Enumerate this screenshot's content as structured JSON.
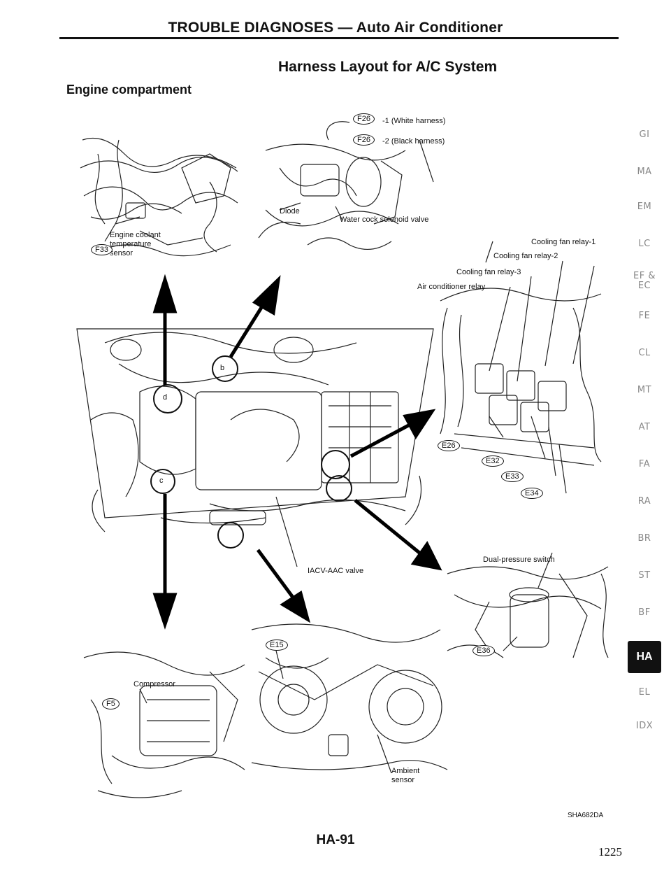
{
  "header": {
    "title": "TROUBLE DIAGNOSES — Auto Air Conditioner"
  },
  "page": {
    "subtitle": "Harness Layout for A/C System",
    "section": "Engine compartment"
  },
  "callouts": {
    "top_left": {
      "component": "Engine coolant\ntemperature\nsensor",
      "connector": "F33"
    },
    "top_center": {
      "connector_1": "F26",
      "label_1": "-1 (White harness)",
      "connector_2": "F26",
      "label_2": "-2 (Black harness)",
      "diode": "Diode",
      "valve": "Water cock solenoid valve"
    },
    "right_relays": {
      "relay1": "Cooling fan relay-1",
      "relay2": "Cooling fan relay-2",
      "relay3": "Cooling fan relay-3",
      "ac_relay": "Air conditioner relay",
      "connectors": [
        "E26",
        "E32",
        "E33",
        "E34"
      ]
    },
    "center": {
      "iacv": "IACV-AAC valve",
      "markers": [
        "b",
        "d",
        "c"
      ]
    },
    "right_lower": {
      "switch": "Dual-pressure switch",
      "connector": "E36"
    },
    "bottom_left": {
      "component": "Compressor",
      "connector": "F5"
    },
    "bottom_center": {
      "connector": "E15",
      "sensor": "Ambient\nsensor"
    }
  },
  "side_index": {
    "items": [
      "GI",
      "MA",
      "EM",
      "LC",
      "EF &\nEC",
      "FE",
      "CL",
      "MT",
      "AT",
      "FA",
      "RA",
      "BR",
      "ST",
      "BF",
      "HA",
      "EL",
      "IDX"
    ],
    "active": "HA"
  },
  "footer": {
    "figure_code": "SHA682DA",
    "page_label": "HA-91",
    "page_number": "1225"
  }
}
